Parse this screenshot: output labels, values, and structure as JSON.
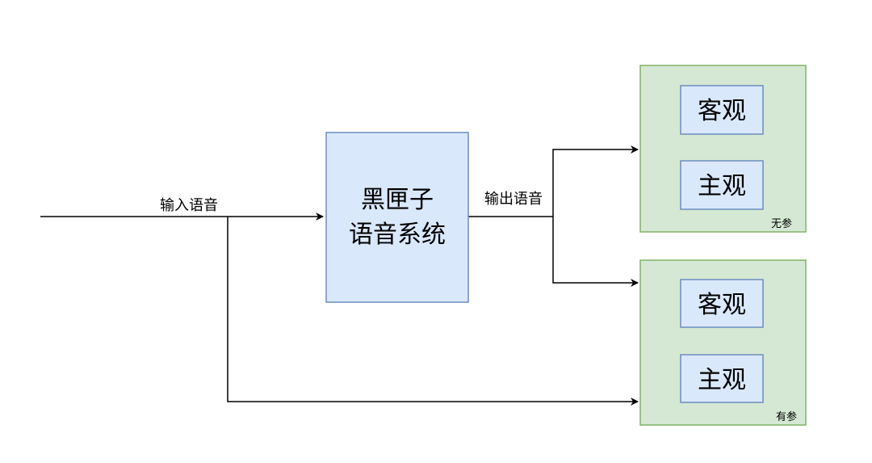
{
  "colors": {
    "center_fill": "#dae8fc",
    "center_stroke": "#6c8ebf",
    "group_fill": "#d5e8d4",
    "group_stroke": "#82b366",
    "line": "#000000"
  },
  "input_label": "输入语音",
  "output_label": "输出语音",
  "center": {
    "line1": "黑匣子",
    "line2": "语音系统"
  },
  "group_noref": {
    "tag": "无参",
    "item1": "客观",
    "item2": "主观"
  },
  "group_ref": {
    "tag": "有参",
    "item1": "客观",
    "item2": "主观"
  }
}
